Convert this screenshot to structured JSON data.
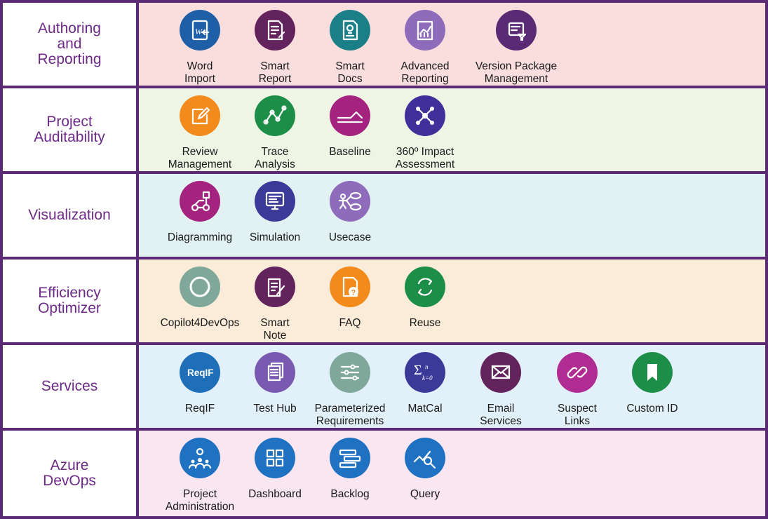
{
  "rows": [
    {
      "category": "Authoring\nand\nReporting",
      "bg": "#f9dedd",
      "features": [
        {
          "label": "Word\nImport",
          "icon": "word-import-icon",
          "color": "#1f5fa8"
        },
        {
          "label": "Smart\nReport",
          "icon": "smart-report-icon",
          "color": "#63235d"
        },
        {
          "label": "Smart\nDocs",
          "icon": "smart-docs-icon",
          "color": "#1a7f86"
        },
        {
          "label": "Advanced\nReporting",
          "icon": "advanced-reporting-icon",
          "color": "#8e6cbb"
        },
        {
          "label": "Version Package\nManagement",
          "icon": "version-package-icon",
          "color": "#5b2a74"
        }
      ]
    },
    {
      "category": "Project\nAuditability",
      "bg": "#eef5e5",
      "features": [
        {
          "label": "Review\nManagement",
          "icon": "review-management-icon",
          "color": "#f28a1c"
        },
        {
          "label": "Trace\nAnalysis",
          "icon": "trace-analysis-icon",
          "color": "#1c8e47"
        },
        {
          "label": "Baseline",
          "icon": "baseline-icon",
          "color": "#a3237f"
        },
        {
          "label": "360º Impact\nAssessment",
          "icon": "impact-assessment-icon",
          "color": "#41309a"
        }
      ]
    },
    {
      "category": "Visualization",
      "bg": "#e2f1f2",
      "features": [
        {
          "label": "Diagramming",
          "icon": "diagramming-icon",
          "color": "#a3237f"
        },
        {
          "label": "Simulation",
          "icon": "simulation-icon",
          "color": "#3b3a98"
        },
        {
          "label": "Usecase",
          "icon": "usecase-icon",
          "color": "#8e6cbb"
        }
      ]
    },
    {
      "category": "Efficiency\nOptimizer",
      "bg": "#fbecd9",
      "features": [
        {
          "label": "Copilot4DevOps",
          "icon": "copilot-icon",
          "color": "#7fa89b"
        },
        {
          "label": "Smart\nNote",
          "icon": "smart-note-icon",
          "color": "#63235d"
        },
        {
          "label": "FAQ",
          "icon": "faq-icon",
          "color": "#f28a1c"
        },
        {
          "label": "Reuse",
          "icon": "reuse-icon",
          "color": "#1c8e47"
        }
      ]
    },
    {
      "category": "Services",
      "bg": "#e2f0fa",
      "features": [
        {
          "label": "ReqIF",
          "icon": "reqif-icon",
          "color": "#1f6fb8"
        },
        {
          "label": "Test Hub",
          "icon": "test-hub-icon",
          "color": "#7a5ab0"
        },
        {
          "label": "Parameterized\nRequirements",
          "icon": "parameterized-icon",
          "color": "#7fa89b"
        },
        {
          "label": "MatCal",
          "icon": "matcal-icon",
          "color": "#3b3a98"
        },
        {
          "label": "Email\nServices",
          "icon": "email-icon",
          "color": "#63235d"
        },
        {
          "label": "Suspect\nLinks",
          "icon": "suspect-links-icon",
          "color": "#b02b92"
        },
        {
          "label": "Custom ID",
          "icon": "custom-id-icon",
          "color": "#1c8e47"
        }
      ]
    },
    {
      "category": "Azure\nDevOps",
      "bg": "#f9e6f0",
      "features": [
        {
          "label": "Project\nAdministration",
          "icon": "project-admin-icon",
          "color": "#1f72c2"
        },
        {
          "label": "Dashboard",
          "icon": "dashboard-icon",
          "color": "#1f72c2"
        },
        {
          "label": "Backlog",
          "icon": "backlog-icon",
          "color": "#1f72c2"
        },
        {
          "label": "Query",
          "icon": "query-icon",
          "color": "#1f72c2"
        }
      ]
    }
  ]
}
